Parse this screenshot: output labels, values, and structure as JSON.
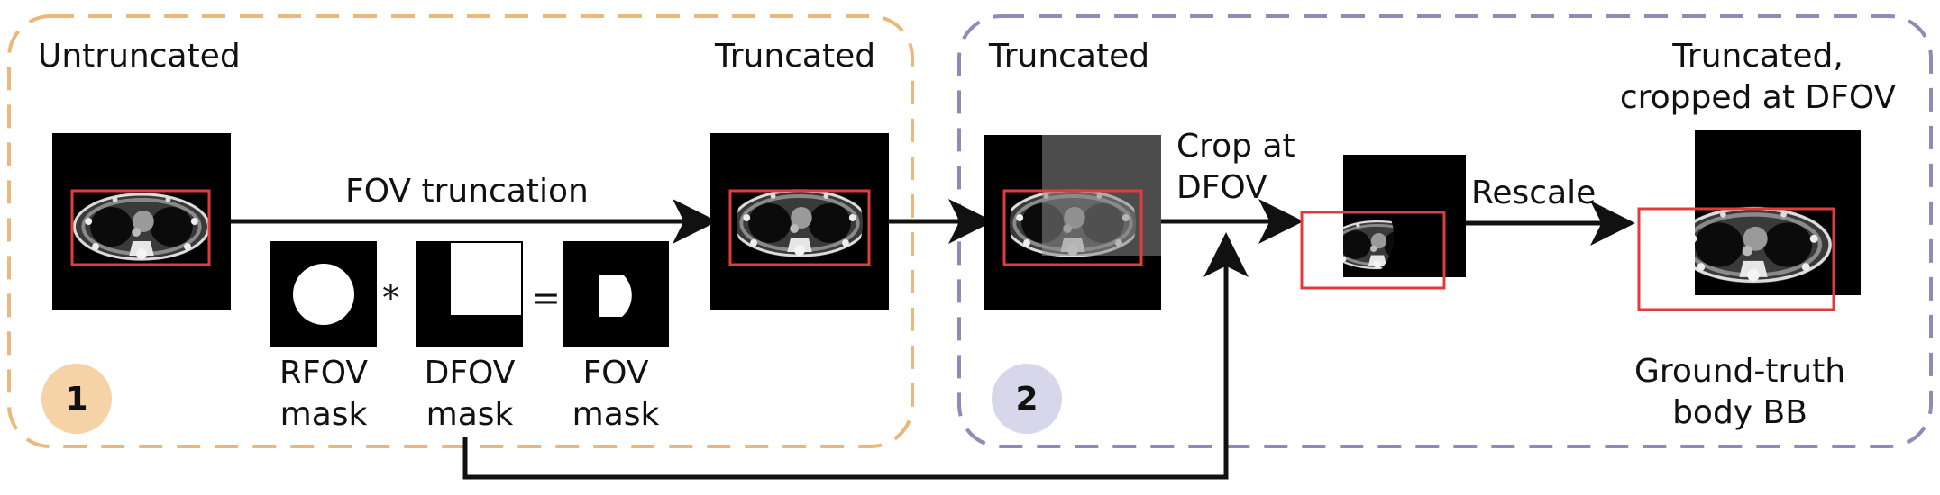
{
  "panel1": {
    "badge": "1",
    "label_untruncated": "Untruncated",
    "label_truncated": "Truncated",
    "arrow_label": "FOV truncation",
    "rfov_line1": "RFOV",
    "rfov_line2": "mask",
    "multiply_symbol": "*",
    "dfov_line1": "DFOV",
    "dfov_line2": "mask",
    "equals_symbol": "=",
    "fov_line1": "FOV",
    "fov_line2": "mask"
  },
  "panel2": {
    "badge": "2",
    "label_truncated": "Truncated",
    "crop_line1": "Crop at",
    "crop_line2": "DFOV",
    "rescale_label": "Rescale",
    "final_line1": "Truncated,",
    "final_line2": "cropped at DFOV",
    "gt_line1": "Ground-truth",
    "gt_line2": "body BB"
  },
  "colors": {
    "panel1_border": "#E9B87A",
    "panel2_border": "#8E8BB8",
    "badge1_fill": "#F5D3A6",
    "badge2_fill": "#D8D6EA",
    "bounding_box": "#E23B3B",
    "arrow": "#111111",
    "image_background": "#000000",
    "dfov_overlay": "#6a6a6a"
  },
  "icons": {
    "ct_slice": "ct-chest-slice-icon",
    "arrow": "arrow-right-icon"
  }
}
